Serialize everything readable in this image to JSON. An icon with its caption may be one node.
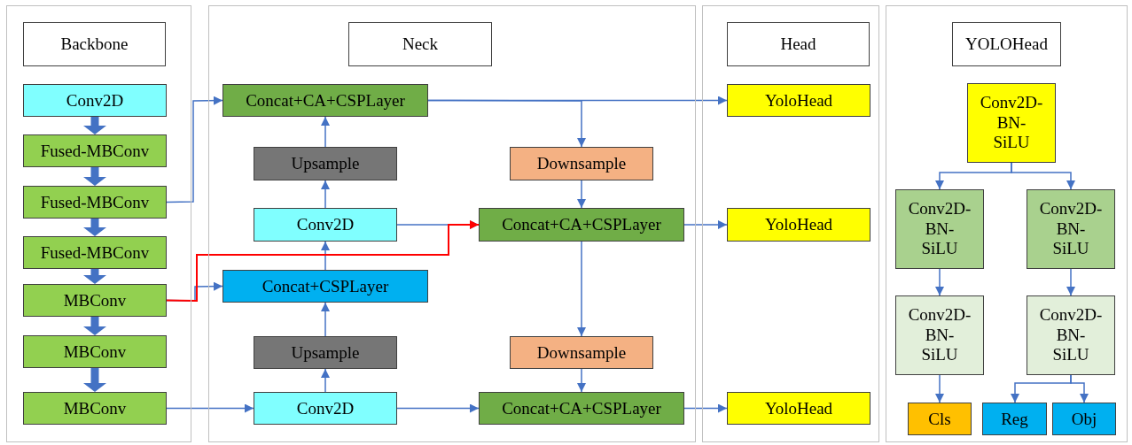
{
  "diagram": {
    "nodes": [
      {
        "text": [],
        "shape": "box"
      },
      {
        "text": [
          "Backbone"
        ],
        "in": 0
      },
      {
        "text": [
          "Conv2D"
        ],
        "in": 0
      },
      {
        "text": [
          "Fused-MBConv"
        ],
        "in": 0
      },
      {
        "text": [
          "Fused-MBConv"
        ],
        "in": 0
      },
      {
        "text": [
          "Fused-MBConv"
        ],
        "in": 0
      },
      {
        "text": [
          "MBConv"
        ],
        "in": 0
      },
      {
        "text": [
          "MBConv"
        ],
        "in": 0
      },
      {
        "text": [
          "MBConv"
        ],
        "in": 0
      },
      {
        "text": [],
        "shape": "box"
      },
      {
        "text": [
          "Neck"
        ],
        "in": 9
      },
      {
        "text": [
          "Concat+CA+CSPLayer"
        ],
        "in": 9
      },
      {
        "text": [
          "Upsample"
        ],
        "in": 9
      },
      {
        "text": [
          "Conv2D"
        ],
        "in": 9
      },
      {
        "text": [
          "Concat+CSPLayer"
        ],
        "in": 9
      },
      {
        "text": [
          "Upsample"
        ],
        "in": 9
      },
      {
        "text": [
          "Conv2D"
        ],
        "in": 9
      },
      {
        "text": [
          "Downsample"
        ],
        "in": 9
      },
      {
        "text": [
          "Concat+CA+CSPLayer"
        ],
        "in": 9
      },
      {
        "text": [
          "Downsample"
        ],
        "in": 9
      },
      {
        "text": [
          "Concat+CA+CSPLayer"
        ],
        "in": 9
      },
      {
        "text": [],
        "shape": "box"
      },
      {
        "text": [
          "Head"
        ],
        "in": 21
      },
      {
        "text": [
          "YoloHead"
        ],
        "in": 21
      },
      {
        "text": [
          "YoloHead"
        ],
        "in": 21
      },
      {
        "text": [
          "YoloHead"
        ],
        "in": 21
      },
      {
        "text": [],
        "shape": "box"
      },
      {
        "text": [
          "YOLOHead"
        ],
        "in": 26
      },
      {
        "text": [
          "Conv2D-BN-SiLU"
        ],
        "in": 26
      },
      {
        "text": [
          "Conv2D-BN-SiLU"
        ],
        "in": 26
      },
      {
        "text": [
          "Conv2D-BN-SiLU"
        ],
        "in": 26
      },
      {
        "text": [
          "Conv2D-BN-SiLU"
        ],
        "in": 26
      },
      {
        "text": [
          "Conv2D-BN-SiLU"
        ],
        "in": 26
      },
      {
        "text": [
          "Cls"
        ],
        "in": 26
      },
      {
        "text": [
          "Reg"
        ],
        "in": 26
      },
      {
        "text": [
          "Obj"
        ],
        "in": 26
      }
    ],
    "edges": [
      {
        "from": 2,
        "to": 3,
        "arrow": "to",
        "style": "thick"
      },
      {
        "from": 3,
        "to": 4,
        "arrow": "to",
        "style": "thick"
      },
      {
        "from": 4,
        "to": 5,
        "arrow": "to",
        "style": "thick"
      },
      {
        "from": 5,
        "to": 6,
        "arrow": "to",
        "style": "thick"
      },
      {
        "from": 6,
        "to": 7,
        "arrow": "to",
        "style": "thick"
      },
      {
        "from": 7,
        "to": 8,
        "arrow": "to",
        "style": "thick"
      },
      {
        "from": 4,
        "to": 11,
        "arrow": "to"
      },
      {
        "from": 6,
        "to": 14,
        "arrow": "to"
      },
      {
        "from": 8,
        "to": 16,
        "arrow": "to"
      },
      {
        "from": 16,
        "to": 15,
        "arrow": "to"
      },
      {
        "from": 15,
        "to": 14,
        "arrow": "to"
      },
      {
        "from": 14,
        "to": 13,
        "arrow": "to"
      },
      {
        "from": 13,
        "to": 12,
        "arrow": "to"
      },
      {
        "from": 12,
        "to": 11,
        "arrow": "to"
      },
      {
        "from": 13,
        "to": 18,
        "arrow": "to"
      },
      {
        "from": 6,
        "to": 18,
        "arrow": "to",
        "color": "#ff0000"
      },
      {
        "from": 11,
        "to": 23,
        "arrow": "to"
      },
      {
        "from": 11,
        "to": 17,
        "arrow": "to"
      },
      {
        "from": 17,
        "to": 18,
        "arrow": "to"
      },
      {
        "from": 18,
        "to": 24,
        "arrow": "to"
      },
      {
        "from": 18,
        "to": 19,
        "arrow": "to"
      },
      {
        "from": 19,
        "to": 20,
        "arrow": "to"
      },
      {
        "from": 16,
        "to": 20,
        "arrow": "to"
      },
      {
        "from": 20,
        "to": 25,
        "arrow": "to"
      },
      {
        "from": 28,
        "to": 29,
        "arrow": "to"
      },
      {
        "from": 28,
        "to": 30,
        "arrow": "to"
      },
      {
        "from": 29,
        "to": 31,
        "arrow": "to"
      },
      {
        "from": 30,
        "to": 32,
        "arrow": "to"
      },
      {
        "from": 31,
        "to": 33,
        "arrow": "to"
      },
      {
        "from": 32,
        "to": 34,
        "arrow": "to"
      },
      {
        "from": 32,
        "to": 35,
        "arrow": "to"
      }
    ]
  }
}
